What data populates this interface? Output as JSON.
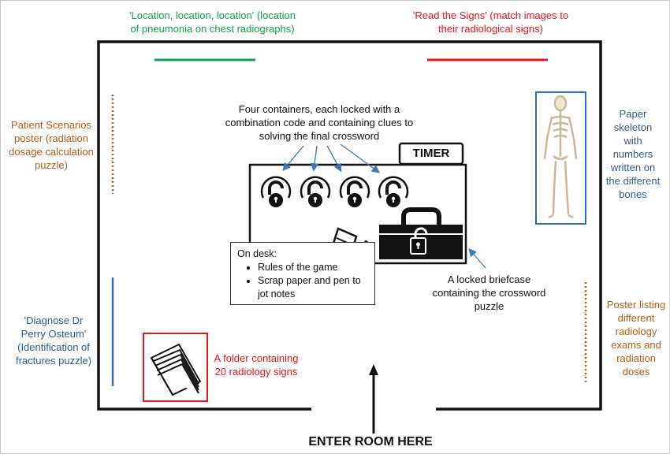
{
  "labels": {
    "top_left": "'Location, location, location' (location of pneumonia on chest radiographs)",
    "top_right": "'Read the Signs' (match images to their radiological signs)",
    "left_upper": "Patient Scenarios poster (radiation dosage calculation puzzle)",
    "left_lower": "'Diagnose Dr Perry Osteum' (Identification of fractures puzzle)",
    "right_upper": "Paper skeleton with numbers written on the different bones",
    "right_lower": "Poster listing different radiology exams and radiation doses",
    "containers": "Four containers, each locked with a combination code and containing clues to solving the final crossword",
    "briefcase": "A locked briefcase containing the crossword puzzle",
    "folder": "A folder containing 20 radiology signs",
    "timer": "TIMER",
    "entry": "ENTER ROOM HERE"
  },
  "desk": {
    "heading": "On desk:",
    "items": [
      "Rules of the game",
      "Scrap paper and pen to jot notes"
    ]
  },
  "colors": {
    "green": "#11a34b",
    "red": "#e8141c",
    "brown": "#b65d15",
    "blue": "#2c5e8c",
    "arrow": "#3f78b8"
  },
  "icons": [
    "padlock-icon",
    "briefcase-icon",
    "notepad-pen-icon",
    "skeleton-icon",
    "folder-stack-icon",
    "entry-arrow-icon"
  ]
}
